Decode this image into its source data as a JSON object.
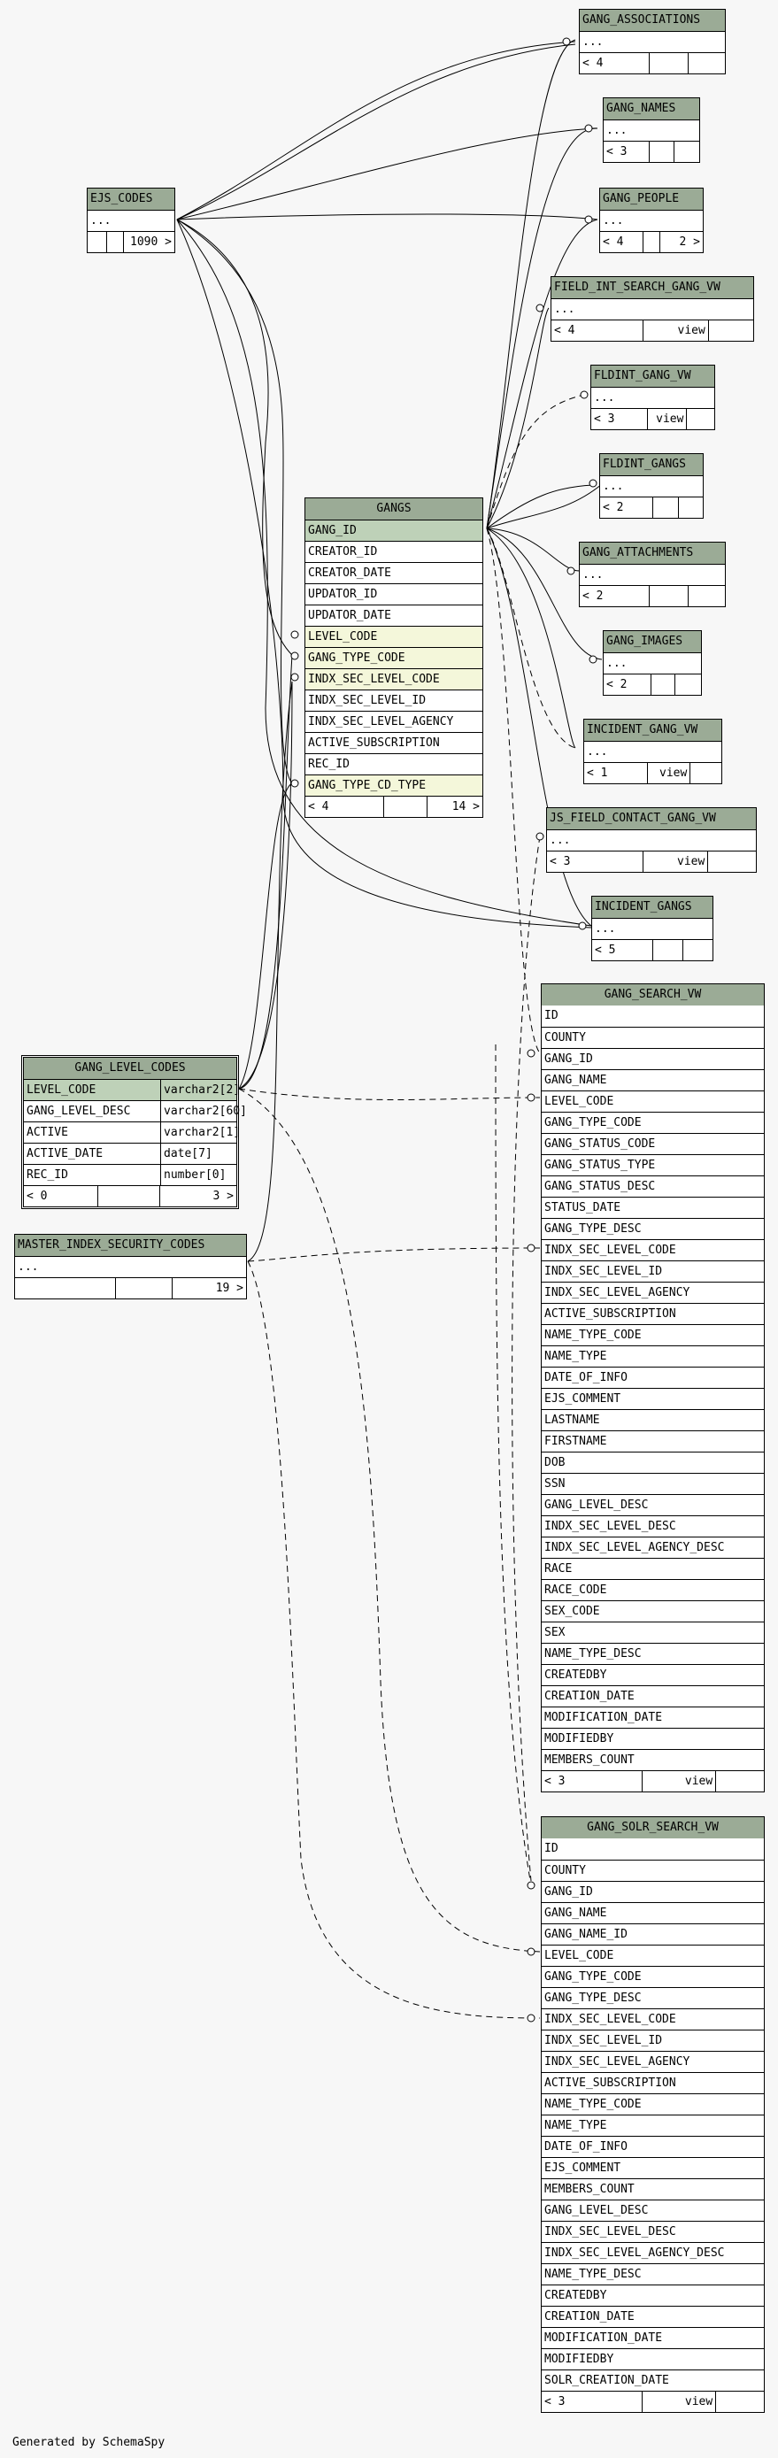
{
  "tables": {
    "gang_associations": {
      "name": "GANG_ASSOCIATIONS",
      "rows": [
        "..."
      ],
      "foot": [
        "< 4"
      ]
    },
    "gang_names": {
      "name": "GANG_NAMES",
      "rows": [
        "..."
      ],
      "foot": [
        "< 3"
      ]
    },
    "ejs_codes": {
      "name": "EJS_CODES",
      "rows": [
        "..."
      ],
      "foot": [
        "1090 >"
      ]
    },
    "gang_people": {
      "name": "GANG_PEOPLE",
      "rows": [
        "..."
      ],
      "foot": [
        "< 4",
        "2 >"
      ]
    },
    "field_int_search_gang_vw": {
      "name": "FIELD_INT_SEARCH_GANG_VW",
      "rows": [
        "..."
      ],
      "foot": [
        "< 4",
        "view"
      ]
    },
    "fldint_gang_vw": {
      "name": "FLDINT_GANG_VW",
      "rows": [
        "..."
      ],
      "foot": [
        "< 3",
        "view"
      ]
    },
    "fldint_gangs": {
      "name": "FLDINT_GANGS",
      "rows": [
        "..."
      ],
      "foot": [
        "< 2"
      ]
    },
    "gangs": {
      "name": "GANGS",
      "rows": [
        "GANG_ID",
        "CREATOR_ID",
        "CREATOR_DATE",
        "UPDATOR_ID",
        "UPDATOR_DATE",
        "LEVEL_CODE",
        "GANG_TYPE_CODE",
        "INDX_SEC_LEVEL_CODE",
        "INDX_SEC_LEVEL_ID",
        "INDX_SEC_LEVEL_AGENCY",
        "ACTIVE_SUBSCRIPTION",
        "REC_ID",
        "GANG_TYPE_CD_TYPE"
      ],
      "foot": [
        "< 4",
        "14 >"
      ]
    },
    "gang_attachments": {
      "name": "GANG_ATTACHMENTS",
      "rows": [
        "..."
      ],
      "foot": [
        "< 2"
      ]
    },
    "gang_images": {
      "name": "GANG_IMAGES",
      "rows": [
        "..."
      ],
      "foot": [
        "< 2"
      ]
    },
    "incident_gang_vw": {
      "name": "INCIDENT_GANG_VW",
      "rows": [
        "..."
      ],
      "foot": [
        "< 1",
        "view"
      ]
    },
    "js_field_contact_gang_vw": {
      "name": "JS_FIELD_CONTACT_GANG_VW",
      "rows": [
        "..."
      ],
      "foot": [
        "< 3",
        "view"
      ]
    },
    "incident_gangs": {
      "name": "INCIDENT_GANGS",
      "rows": [
        "..."
      ],
      "foot": [
        "< 5"
      ]
    },
    "gang_search_vw": {
      "name": "GANG_SEARCH_VW",
      "rows": [
        "ID",
        "COUNTY",
        "GANG_ID",
        "GANG_NAME",
        "LEVEL_CODE",
        "GANG_TYPE_CODE",
        "GANG_STATUS_CODE",
        "GANG_STATUS_TYPE",
        "GANG_STATUS_DESC",
        "STATUS_DATE",
        "GANG_TYPE_DESC",
        "INDX_SEC_LEVEL_CODE",
        "INDX_SEC_LEVEL_ID",
        "INDX_SEC_LEVEL_AGENCY",
        "ACTIVE_SUBSCRIPTION",
        "NAME_TYPE_CODE",
        "NAME_TYPE",
        "DATE_OF_INFO",
        "EJS_COMMENT",
        "LASTNAME",
        "FIRSTNAME",
        "DOB",
        "SSN",
        "GANG_LEVEL_DESC",
        "INDX_SEC_LEVEL_DESC",
        "INDX_SEC_LEVEL_AGENCY_DESC",
        "RACE",
        "RACE_CODE",
        "SEX_CODE",
        "SEX",
        "NAME_TYPE_DESC",
        "CREATEDBY",
        "CREATION_DATE",
        "MODIFICATION_DATE",
        "MODIFIEDBY",
        "MEMBERS_COUNT"
      ],
      "foot": [
        "< 3",
        "view"
      ]
    },
    "gang_level_codes": {
      "name": "GANG_LEVEL_CODES",
      "rows": [
        [
          "LEVEL_CODE",
          "varchar2[2]"
        ],
        [
          "GANG_LEVEL_DESC",
          "varchar2[60]"
        ],
        [
          "ACTIVE",
          "varchar2[1]"
        ],
        [
          "ACTIVE_DATE",
          "date[7]"
        ],
        [
          "REC_ID",
          "number[0]"
        ]
      ],
      "foot": [
        "< 0",
        "3 >"
      ]
    },
    "master_index_security_codes": {
      "name": "MASTER_INDEX_SECURITY_CODES",
      "rows": [
        "..."
      ],
      "foot": [
        "19 >"
      ]
    },
    "gang_solr_search_vw": {
      "name": "GANG_SOLR_SEARCH_VW",
      "rows": [
        "ID",
        "COUNTY",
        "GANG_ID",
        "GANG_NAME",
        "GANG_NAME_ID",
        "LEVEL_CODE",
        "GANG_TYPE_CODE",
        "GANG_TYPE_DESC",
        "INDX_SEC_LEVEL_CODE",
        "INDX_SEC_LEVEL_ID",
        "INDX_SEC_LEVEL_AGENCY",
        "ACTIVE_SUBSCRIPTION",
        "NAME_TYPE_CODE",
        "NAME_TYPE",
        "DATE_OF_INFO",
        "EJS_COMMENT",
        "MEMBERS_COUNT",
        "GANG_LEVEL_DESC",
        "INDX_SEC_LEVEL_DESC",
        "INDX_SEC_LEVEL_AGENCY_DESC",
        "NAME_TYPE_DESC",
        "CREATEDBY",
        "CREATION_DATE",
        "MODIFICATION_DATE",
        "MODIFIEDBY",
        "SOLR_CREATION_DATE"
      ],
      "foot": [
        "< 3",
        "view"
      ]
    }
  },
  "footer": "Generated by SchemaSpy",
  "colors": {
    "header": "#9bab96",
    "primary_key": "#bed1b8",
    "foreign_key": "#f4f7da",
    "background": "#f7f7f7"
  }
}
